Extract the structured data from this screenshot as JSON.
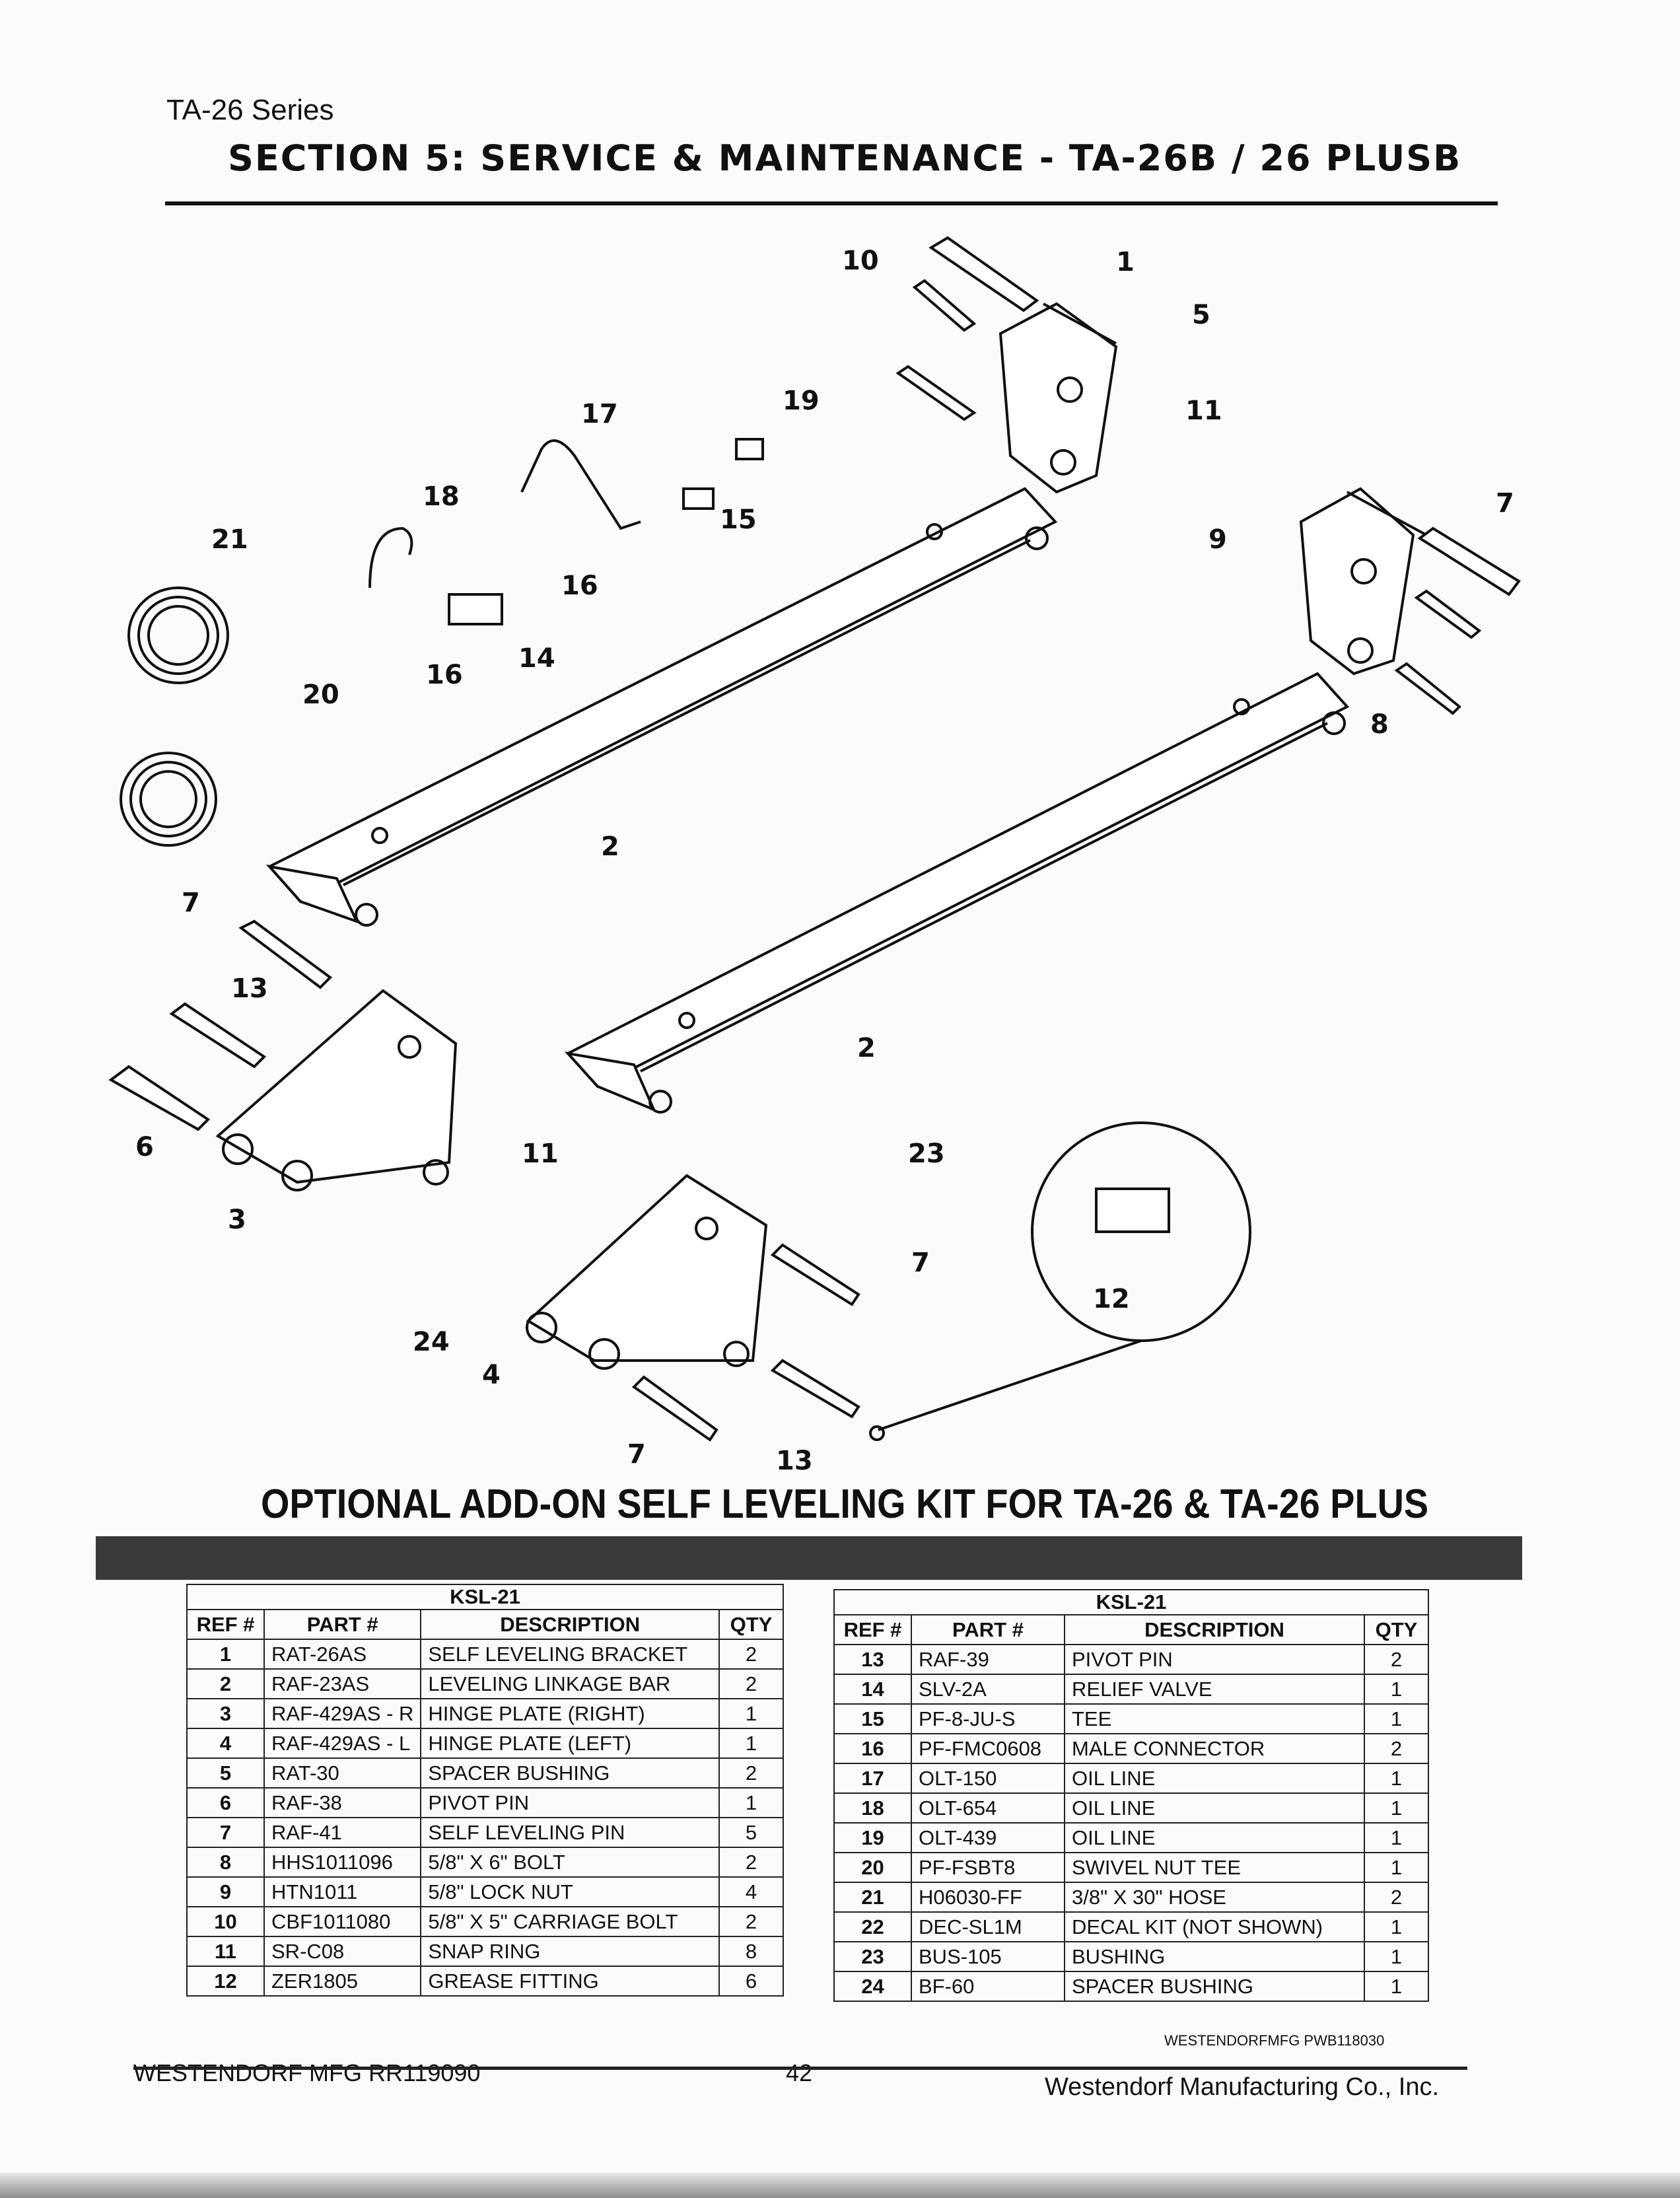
{
  "header": {
    "series": "TA-26 Series",
    "section_title": "SECTION 5: SERVICE & MAINTENANCE - TA-26B / 26 PLUSB"
  },
  "diagram": {
    "callouts": [
      "1",
      "2",
      "2",
      "3",
      "4",
      "5",
      "6",
      "7",
      "7",
      "7",
      "7",
      "8",
      "9",
      "10",
      "11",
      "11",
      "12",
      "13",
      "13",
      "14",
      "15",
      "16",
      "16",
      "17",
      "18",
      "19",
      "20",
      "21",
      "23",
      "24"
    ]
  },
  "kit_title": "OPTIONAL ADD-ON SELF LEVELING KIT FOR TA-26 & TA-26 PLUS",
  "tables": {
    "kit_name": "KSL-21",
    "headers": {
      "ref": "REF #",
      "part": "PART #",
      "desc": "DESCRIPTION",
      "qty": "QTY"
    },
    "left": [
      {
        "ref": "1",
        "part": "RAT-26AS",
        "desc": "SELF LEVELING BRACKET",
        "qty": "2"
      },
      {
        "ref": "2",
        "part": "RAF-23AS",
        "desc": "LEVELING LINKAGE BAR",
        "qty": "2"
      },
      {
        "ref": "3",
        "part": "RAF-429AS - R",
        "desc": "HINGE PLATE (RIGHT)",
        "qty": "1"
      },
      {
        "ref": "4",
        "part": "RAF-429AS - L",
        "desc": "HINGE PLATE (LEFT)",
        "qty": "1"
      },
      {
        "ref": "5",
        "part": "RAT-30",
        "desc": "SPACER BUSHING",
        "qty": "2"
      },
      {
        "ref": "6",
        "part": "RAF-38",
        "desc": "PIVOT PIN",
        "qty": "1"
      },
      {
        "ref": "7",
        "part": "RAF-41",
        "desc": "SELF LEVELING PIN",
        "qty": "5"
      },
      {
        "ref": "8",
        "part": "HHS1011096",
        "desc": "5/8\" X 6\" BOLT",
        "qty": "2"
      },
      {
        "ref": "9",
        "part": "HTN1011",
        "desc": "5/8\" LOCK NUT",
        "qty": "4"
      },
      {
        "ref": "10",
        "part": "CBF1011080",
        "desc": "5/8\" X 5\" CARRIAGE BOLT",
        "qty": "2"
      },
      {
        "ref": "11",
        "part": "SR-C08",
        "desc": "SNAP RING",
        "qty": "8"
      },
      {
        "ref": "12",
        "part": "ZER1805",
        "desc": "GREASE FITTING",
        "qty": "6"
      }
    ],
    "right": [
      {
        "ref": "13",
        "part": "RAF-39",
        "desc": "PIVOT PIN",
        "qty": "2"
      },
      {
        "ref": "14",
        "part": "SLV-2A",
        "desc": "RELIEF VALVE",
        "qty": "1"
      },
      {
        "ref": "15",
        "part": "PF-8-JU-S",
        "desc": "TEE",
        "qty": "1"
      },
      {
        "ref": "16",
        "part": "PF-FMC0608",
        "desc": "MALE CONNECTOR",
        "qty": "2"
      },
      {
        "ref": "17",
        "part": "OLT-150",
        "desc": "OIL LINE",
        "qty": "1"
      },
      {
        "ref": "18",
        "part": "OLT-654",
        "desc": "OIL LINE",
        "qty": "1"
      },
      {
        "ref": "19",
        "part": "OLT-439",
        "desc": "OIL LINE",
        "qty": "1"
      },
      {
        "ref": "20",
        "part": "PF-FSBT8",
        "desc": "SWIVEL NUT TEE",
        "qty": "1"
      },
      {
        "ref": "21",
        "part": "H06030-FF",
        "desc": "3/8\" X 30\" HOSE",
        "qty": "2"
      },
      {
        "ref": "22",
        "part": "DEC-SL1M",
        "desc": "DECAL KIT (NOT SHOWN)",
        "qty": "1"
      },
      {
        "ref": "23",
        "part": "BUS-105",
        "desc": "BUSHING",
        "qty": "1"
      },
      {
        "ref": "24",
        "part": "BF-60",
        "desc": "SPACER BUSHING",
        "qty": "1"
      }
    ]
  },
  "footer": {
    "ref_code": "WESTENDORFMFG PWB118030",
    "doc_code": "WESTENDORF MFG RR119090",
    "page": "42",
    "company": "Westendorf Manufacturing Co., Inc."
  }
}
